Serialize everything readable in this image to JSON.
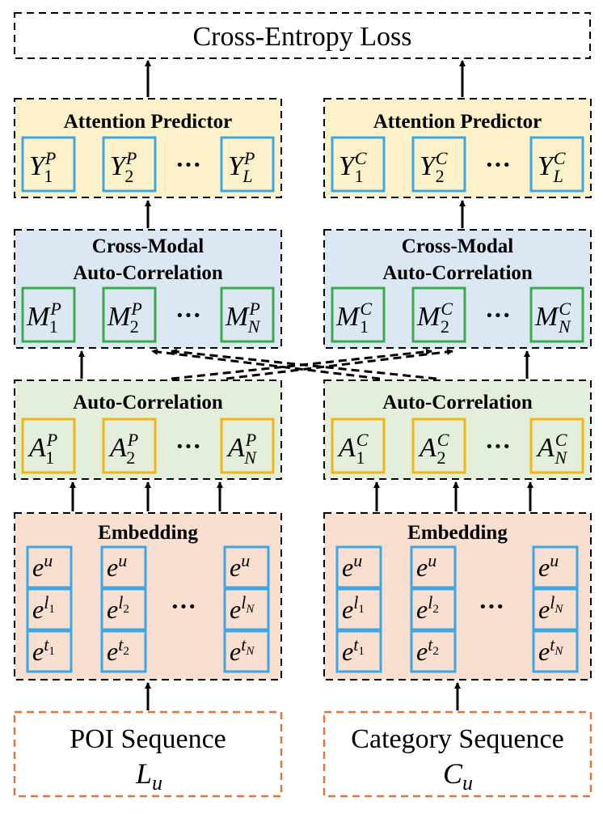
{
  "loss": {
    "title": "Cross-Entropy Loss"
  },
  "colors": {
    "attention_bg": "#FDF1C9",
    "crossmodal_bg": "#DCE7F4",
    "autocorr_bg": "#E3EFDA",
    "embedding_bg": "#F8DFD0",
    "blue_border": "#3FA6E2",
    "green_border": "#3BAA4B",
    "gold_border": "#F2B515",
    "input_border": "#E0743C",
    "line": "#000000"
  },
  "left": {
    "attention": {
      "title": "Attention Predictor",
      "base": "Y",
      "sup": "P",
      "subs": [
        "1",
        "2",
        "L"
      ],
      "ellipsis": "···"
    },
    "crossmodal": {
      "title_line1": "Cross-Modal",
      "title_line2": "Auto-Correlation",
      "base": "M",
      "sup": "P",
      "subs": [
        "1",
        "2",
        "N"
      ],
      "ellipsis": "···"
    },
    "autocorr": {
      "title": "Auto-Correlation",
      "base": "A",
      "sup": "P",
      "subs": [
        "1",
        "2",
        "N"
      ],
      "ellipsis": "···"
    },
    "embedding": {
      "title": "Embedding",
      "ellipsis": "···",
      "columns": [
        [
          {
            "base": "e",
            "sup": "u",
            "subsub": ""
          },
          {
            "base": "e",
            "sup": "l",
            "subsub": "1"
          },
          {
            "base": "e",
            "sup": "t",
            "subsub": "1"
          }
        ],
        [
          {
            "base": "e",
            "sup": "u",
            "subsub": ""
          },
          {
            "base": "e",
            "sup": "l",
            "subsub": "2"
          },
          {
            "base": "e",
            "sup": "t",
            "subsub": "2"
          }
        ],
        [
          {
            "base": "e",
            "sup": "u",
            "subsub": ""
          },
          {
            "base": "e",
            "sup": "l",
            "subsub": "N"
          },
          {
            "base": "e",
            "sup": "t",
            "subsub": "N"
          }
        ]
      ]
    },
    "input": {
      "title": "POI Sequence",
      "var_base": "L",
      "var_sub": "u"
    }
  },
  "right": {
    "attention": {
      "title": "Attention Predictor",
      "base": "Y",
      "sup": "C",
      "subs": [
        "1",
        "2",
        "L"
      ],
      "ellipsis": "···"
    },
    "crossmodal": {
      "title_line1": "Cross-Modal",
      "title_line2": "Auto-Correlation",
      "base": "M",
      "sup": "C",
      "subs": [
        "1",
        "2",
        "N"
      ],
      "ellipsis": "···"
    },
    "autocorr": {
      "title": "Auto-Correlation",
      "base": "A",
      "sup": "C",
      "subs": [
        "1",
        "2",
        "N"
      ],
      "ellipsis": "···"
    },
    "embedding": {
      "title": "Embedding",
      "ellipsis": "···",
      "columns": [
        [
          {
            "base": "e",
            "sup": "u",
            "subsub": ""
          },
          {
            "base": "e",
            "sup": "l",
            "subsub": "1"
          },
          {
            "base": "e",
            "sup": "t",
            "subsub": "1"
          }
        ],
        [
          {
            "base": "e",
            "sup": "u",
            "subsub": ""
          },
          {
            "base": "e",
            "sup": "l",
            "subsub": "2"
          },
          {
            "base": "e",
            "sup": "t",
            "subsub": "2"
          }
        ],
        [
          {
            "base": "e",
            "sup": "u",
            "subsub": ""
          },
          {
            "base": "e",
            "sup": "l",
            "subsub": "N"
          },
          {
            "base": "e",
            "sup": "t",
            "subsub": "N"
          }
        ]
      ]
    },
    "input": {
      "title": "Category Sequence",
      "var_base": "C",
      "var_sub": "u"
    }
  }
}
